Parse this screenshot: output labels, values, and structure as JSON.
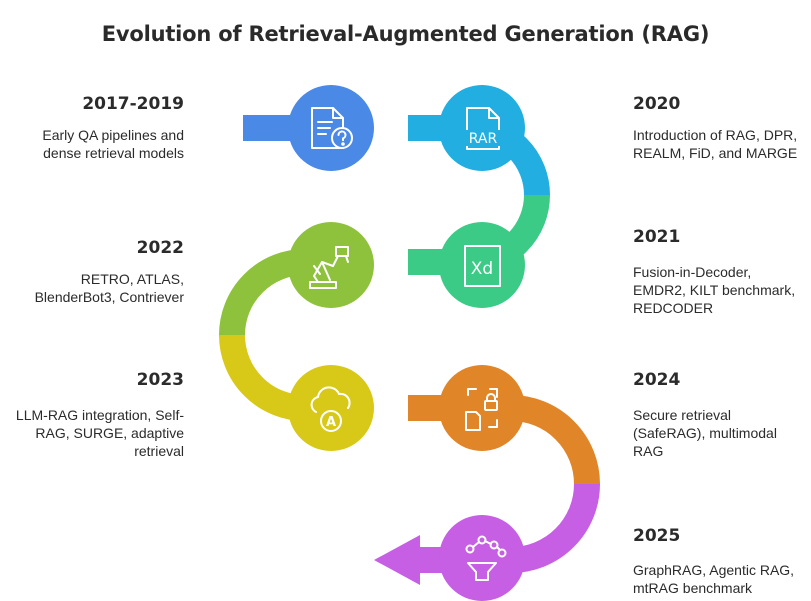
{
  "title": "Evolution of Retrieval-Augmented Generation (RAG)",
  "colors": {
    "stage1": "#4a8ae6",
    "stage2": "#22aee0",
    "stage3": "#3ccb86",
    "stage4": "#8fc23c",
    "stage5": "#d8c918",
    "stage6": "#e08528",
    "stage7": "#c65fe4"
  },
  "milestones": [
    {
      "year": "2017-2019",
      "description": [
        "Early QA pipelines and",
        "dense retrieval models"
      ],
      "icon": "document-question-icon"
    },
    {
      "year": "2020",
      "description": [
        "Introduction of RAG, DPR,",
        "REALM, FiD, and MARGE"
      ],
      "icon": "rar-file-icon",
      "icon_text": "RAR"
    },
    {
      "year": "2021",
      "description": [
        "Fusion-in-Decoder,",
        "EMDR2, KILT benchmark,",
        "REDCODER"
      ],
      "icon": "xd-file-icon",
      "icon_text": "Xd"
    },
    {
      "year": "2022",
      "description": [
        "RETRO, ATLAS,",
        "BlenderBot3, Contriever"
      ],
      "icon": "robot-arm-icon"
    },
    {
      "year": "2023",
      "description": [
        "LLM-RAG integration, Self-",
        "RAG, SURGE, adaptive",
        "retrieval"
      ],
      "icon": "cloud-ai-icon",
      "icon_text": "A"
    },
    {
      "year": "2024",
      "description": [
        "Secure retrieval",
        "(SafeRAG), multimodal",
        "RAG"
      ],
      "icon": "secure-lock-document-icon"
    },
    {
      "year": "2025",
      "description": [
        "GraphRAG, Agentic RAG,",
        "mtRAG benchmark"
      ],
      "icon": "graph-funnel-icon"
    }
  ]
}
